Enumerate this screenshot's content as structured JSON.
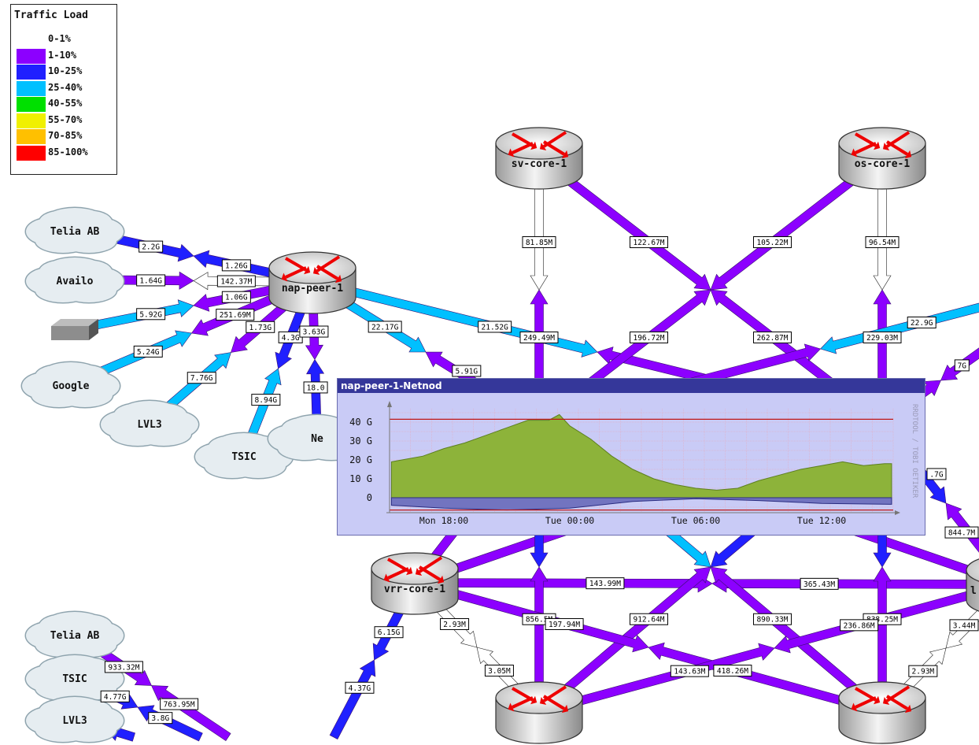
{
  "legend": {
    "title": "Traffic Load",
    "bands": [
      {
        "label": "0-1%",
        "color": "#ffffff"
      },
      {
        "label": "1-10%",
        "color": "#8c00ff"
      },
      {
        "label": "10-25%",
        "color": "#2020ff"
      },
      {
        "label": "25-40%",
        "color": "#00c0ff"
      },
      {
        "label": "40-55%",
        "color": "#00e000"
      },
      {
        "label": "55-70%",
        "color": "#f0f000"
      },
      {
        "label": "70-85%",
        "color": "#ffc000"
      },
      {
        "label": "85-100%",
        "color": "#ff0000"
      }
    ]
  },
  "nodes": [
    {
      "id": "telia-ab-1",
      "label": "Telia AB",
      "type": "cloud"
    },
    {
      "id": "availo",
      "label": "Availo",
      "type": "cloud"
    },
    {
      "id": "server",
      "label": "",
      "type": "server"
    },
    {
      "id": "google",
      "label": "Google",
      "type": "cloud"
    },
    {
      "id": "lvl3-1",
      "label": "LVL3",
      "type": "cloud"
    },
    {
      "id": "tsic-1",
      "label": "TSIC",
      "type": "cloud"
    },
    {
      "id": "netnod",
      "label": "Ne",
      "type": "cloud"
    },
    {
      "id": "telia-ab-2",
      "label": "Telia AB",
      "type": "cloud"
    },
    {
      "id": "tsic-2",
      "label": "TSIC",
      "type": "cloud"
    },
    {
      "id": "lvl3-2",
      "label": "LVL3",
      "type": "cloud"
    },
    {
      "id": "nap-peer-1",
      "label": "nap-peer-1",
      "type": "router"
    },
    {
      "id": "sv-core-1",
      "label": "sv-core-1",
      "type": "router"
    },
    {
      "id": "os-core-1",
      "label": "os-core-1",
      "type": "router"
    },
    {
      "id": "vrr-core-1",
      "label": "vrr-core-1",
      "type": "router"
    },
    {
      "id": "l-core",
      "label": "l",
      "type": "router"
    },
    {
      "id": "bottom-left-core",
      "label": "",
      "type": "router"
    },
    {
      "id": "bottom-right-core",
      "label": "",
      "type": "router"
    }
  ],
  "links": [
    {
      "from": "telia-ab-1",
      "to": "nap-peer-1",
      "a": {
        "value": "2.2G",
        "load": "10-25%"
      },
      "b": {
        "value": "1.26G",
        "load": "10-25%"
      }
    },
    {
      "from": "availo",
      "to": "nap-peer-1",
      "a": {
        "value": "1.64G",
        "load": "1-10%"
      },
      "b": {
        "value": "142.37M",
        "load": "0-1%"
      }
    },
    {
      "from": "server",
      "to": "nap-peer-1",
      "a": {
        "value": "5.92G",
        "load": "25-40%"
      },
      "b": {
        "value": "1.06G",
        "load": "1-10%"
      }
    },
    {
      "from": "google",
      "to": "nap-peer-1",
      "a": {
        "value": "5.24G",
        "load": "25-40%"
      },
      "b": {
        "value": "251.69M",
        "load": "1-10%"
      }
    },
    {
      "from": "lvl3-1",
      "to": "nap-peer-1",
      "a": {
        "value": "7.76G",
        "load": "25-40%"
      },
      "b": {
        "value": "1.73G",
        "load": "1-10%"
      }
    },
    {
      "from": "tsic-1",
      "to": "nap-peer-1",
      "a": {
        "value": "8.94G",
        "load": "25-40%"
      },
      "b": {
        "value": "4.3G",
        "load": "10-25%"
      }
    },
    {
      "from": "netnod",
      "to": "nap-peer-1",
      "a": {
        "value": "18.0",
        "load": "10-25%"
      },
      "b": {
        "value": "3.63G",
        "load": "1-10%"
      }
    },
    {
      "from": "nap-peer-1",
      "to": "h1",
      "a": {
        "value": "22.17G",
        "load": "25-40%"
      },
      "b": {
        "value": "5.91G",
        "load": "1-10%"
      }
    },
    {
      "from": "nap-peer-1",
      "to": "h2",
      "a": {
        "value": "21.52G",
        "load": "25-40%"
      },
      "b": {
        "value": "",
        "load": "1-10%"
      }
    },
    {
      "from": "sv-core-1",
      "to": "h1",
      "a": {
        "value": "81.85M",
        "load": "0-1%"
      },
      "b": {
        "value": "249.49M",
        "load": "1-10%"
      }
    },
    {
      "from": "sv-core-1",
      "to": "h2",
      "a": {
        "value": "122.67M",
        "load": "1-10%"
      },
      "b": {
        "value": "262.87M",
        "load": "1-10%"
      }
    },
    {
      "from": "os-core-1",
      "to": "h1",
      "a": {
        "value": "105.22M",
        "load": "1-10%"
      },
      "b": {
        "value": "196.72M",
        "load": "1-10%"
      }
    },
    {
      "from": "os-core-1",
      "to": "h2",
      "a": {
        "value": "96.54M",
        "load": "0-1%"
      },
      "b": {
        "value": "229.03M",
        "load": "1-10%"
      }
    },
    {
      "from": "east-1",
      "to": "h1",
      "a": {
        "value": "22.9G",
        "load": "25-40%"
      },
      "b": {
        "value": "",
        "load": "1-10%"
      }
    },
    {
      "from": "east-2",
      "to": "h2",
      "a": {
        "value": "7G",
        "load": "1-10%"
      },
      "b": {
        "value": "",
        "load": "1-10%"
      }
    },
    {
      "from": "h2",
      "to": "l-core",
      "a": {
        "value": ".7G",
        "load": "10-25%"
      },
      "b": {
        "value": "844.7M",
        "load": "1-10%"
      }
    },
    {
      "from": "vrr-core-1",
      "to": "h1",
      "a": {
        "value": "",
        "load": "1-10%"
      },
      "b": {
        "value": "",
        "load": "1-10%"
      }
    },
    {
      "from": "vrr-core-1",
      "to": "h2",
      "a": {
        "value": "",
        "load": "1-10%"
      },
      "b": {
        "value": "",
        "load": "1-10%"
      }
    },
    {
      "from": "l-core",
      "to": "h1",
      "a": {
        "value": "",
        "load": "1-10%"
      },
      "b": {
        "value": "",
        "load": "1-10%"
      }
    },
    {
      "from": "vrr-core-1",
      "to": "l-core",
      "a": {
        "value": "143.99M",
        "load": "1-10%"
      },
      "b": {
        "value": "365.43M",
        "load": "1-10%"
      }
    },
    {
      "from": "h1",
      "to": "bottom-left-core",
      "a": {
        "value": "",
        "load": "10-25%"
      },
      "b": {
        "value": "856.5M",
        "load": "1-10%"
      }
    },
    {
      "from": "h2",
      "to": "bottom-right-core",
      "a": {
        "value": "",
        "load": "10-25%"
      },
      "b": {
        "value": "838.25M",
        "load": "1-10%"
      }
    },
    {
      "from": "h1",
      "to": "bottom-right-core",
      "a": {
        "value": "",
        "load": "25-40%"
      },
      "b": {
        "value": "890.33M",
        "load": "1-10%"
      }
    },
    {
      "from": "h2",
      "to": "bottom-left-core",
      "a": {
        "value": "",
        "load": "10-25%"
      },
      "b": {
        "value": "912.64M",
        "load": "1-10%"
      }
    },
    {
      "from": "vrr-core-1",
      "to": "bottom-right-core",
      "a": {
        "value": "197.94M",
        "load": "1-10%"
      },
      "b": {
        "value": "418.26M",
        "load": "1-10%"
      }
    },
    {
      "from": "l-core",
      "to": "bottom-left-core",
      "a": {
        "value": "236.86M",
        "load": "1-10%"
      },
      "b": {
        "value": "143.63M",
        "load": "1-10%"
      }
    },
    {
      "from": "vrr-core-1",
      "to": "bottom-left-core",
      "a": {
        "value": "2.93M",
        "load": "0-1%"
      },
      "b": {
        "value": "3.05M",
        "load": "0-1%"
      }
    },
    {
      "from": "l-core",
      "to": "bottom-right-core",
      "a": {
        "value": "3.44M",
        "load": "0-1%"
      },
      "b": {
        "value": "2.93M",
        "load": "0-1%"
      }
    },
    {
      "from": "vrr-core-1",
      "to": "south-1",
      "a": {
        "value": "6.15G",
        "load": "10-25%"
      },
      "b": {
        "value": "4.37G",
        "load": "10-25%"
      }
    },
    {
      "from": "telia-ab-2",
      "to": "south-2",
      "a": {
        "value": "933.32M",
        "load": "1-10%"
      },
      "b": {
        "value": "763.95M",
        "load": "1-10%"
      }
    },
    {
      "from": "tsic-2",
      "to": "south-3",
      "a": {
        "value": "4.77G",
        "load": "10-25%"
      },
      "b": {
        "value": "3.8G",
        "load": "10-25%"
      }
    },
    {
      "from": "lvl3-2",
      "to": "south-4",
      "a": {
        "value": "",
        "load": "10-25%"
      },
      "b": {
        "value": "",
        "load": "10-25%"
      }
    }
  ],
  "popup": {
    "title": "nap-peer-1-Netnod",
    "credit": "RRDTOOL / TOBI OETIKER"
  },
  "chart_data": {
    "type": "area",
    "title": "",
    "xlabel": "",
    "ylabel": "",
    "x_ticks": [
      "Mon 18:00",
      "Tue 00:00",
      "Tue 06:00",
      "Tue 12:00"
    ],
    "y_ticks": [
      "40 G",
      "30 G",
      "20 G",
      "10 G",
      "0"
    ],
    "ylim": [
      -8,
      46
    ],
    "grid": true,
    "thresholds": [
      41.5,
      -6.5
    ],
    "series": [
      {
        "color": "#8db33a",
        "x": [
          "Mon 15:30",
          "Mon 16:00",
          "Mon 17:00",
          "Mon 18:00",
          "Mon 19:00",
          "Mon 20:00",
          "Mon 21:00",
          "Mon 22:00",
          "Mon 23:00",
          "Mon 23:30",
          "Tue 00:00",
          "Tue 01:00",
          "Tue 02:00",
          "Tue 03:00",
          "Tue 04:00",
          "Tue 05:00",
          "Tue 06:00",
          "Tue 07:00",
          "Tue 08:00",
          "Tue 09:00",
          "Tue 10:00",
          "Tue 11:00",
          "Tue 12:00",
          "Tue 13:00",
          "Tue 14:00",
          "Tue 15:00",
          "Tue 15:20"
        ],
        "values": [
          19,
          20,
          22,
          26,
          29,
          33,
          37,
          41,
          41,
          44,
          38,
          31,
          22,
          15,
          10,
          7,
          5,
          4,
          5,
          9,
          12,
          15,
          17,
          19,
          17,
          18,
          18
        ]
      },
      {
        "color": "#7274c0",
        "x": [
          "Mon 15:30",
          "Mon 18:00",
          "Mon 21:00",
          "Tue 00:00",
          "Tue 03:00",
          "Tue 06:00",
          "Tue 09:00",
          "Tue 12:00",
          "Tue 15:20"
        ],
        "values": [
          -4,
          -5.5,
          -6.5,
          -5.5,
          -2,
          -0.5,
          -1.5,
          -3,
          -3.5
        ]
      }
    ]
  }
}
